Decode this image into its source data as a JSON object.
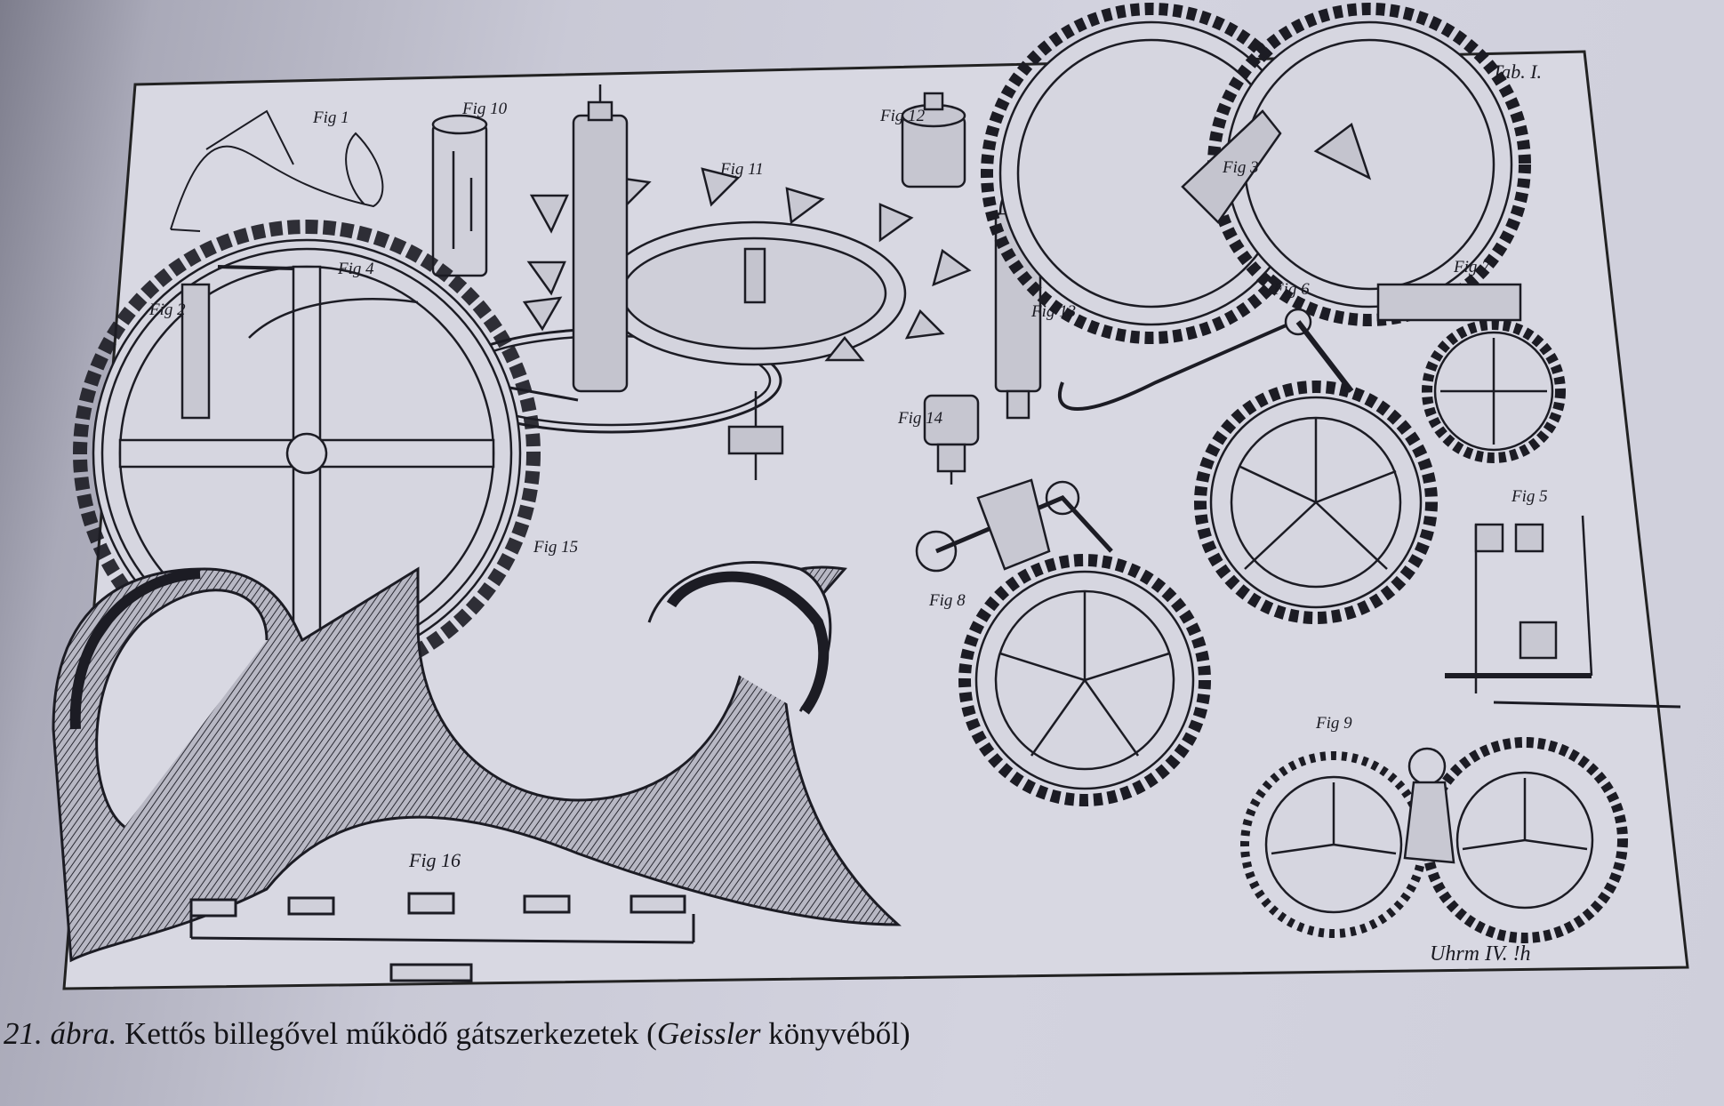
{
  "plate": {
    "tab_label": "Tab. I.",
    "signature": "Uhrm IV. !h",
    "fig_labels": {
      "fig1": "Fig 1",
      "fig2": "Fig 2",
      "fig3": "Fig 3",
      "fig4": "Fig 4",
      "fig5": "Fig 5",
      "fig6": "Fig 6",
      "fig7": "Fig 7",
      "fig8": "Fig 8",
      "fig9": "Fig 9",
      "fig10": "Fig 10",
      "fig11": "Fig 11",
      "fig12": "Fig 12",
      "fig13": "Fig 13",
      "fig14": "Fig 14",
      "fig15": "Fig 15",
      "fig16": "Fig 16"
    }
  },
  "caption": {
    "number": "21. ábra.",
    "text_before": " Kettős billegővel működő gátszerkezetek  (",
    "author": "Geissler",
    "text_after": " könyvéből)"
  }
}
